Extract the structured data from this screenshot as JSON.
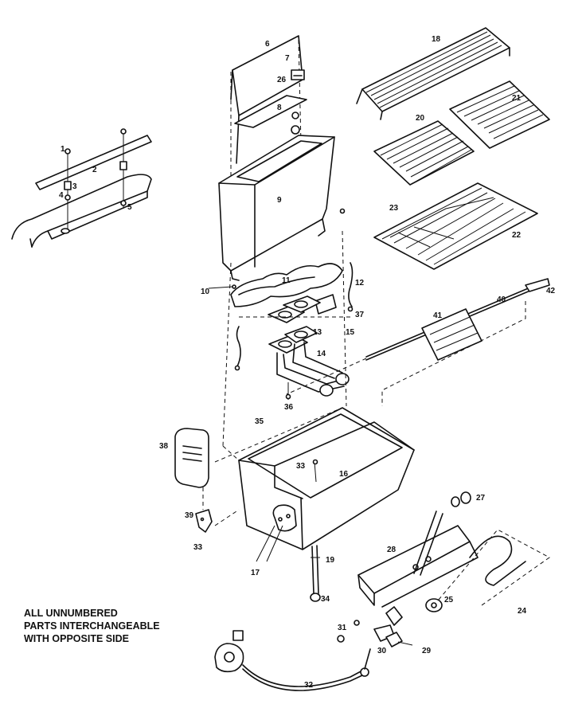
{
  "note_lines": [
    "ALL UNNUMBERED",
    "PARTS INTERCHANGEABLE",
    "WITH OPPOSITE SIDE"
  ],
  "callouts": [
    "1",
    "2",
    "3",
    "4",
    "5",
    "6",
    "7",
    "8",
    "9",
    "10",
    "11",
    "12",
    "13",
    "14",
    "15",
    "16",
    "17",
    "18",
    "19",
    "20",
    "21",
    "22",
    "23",
    "24",
    "25",
    "26",
    "27",
    "28",
    "29",
    "30",
    "31",
    "32",
    "33",
    "33",
    "34",
    "35",
    "36",
    "37",
    "38",
    "39",
    "40",
    "41",
    "42"
  ]
}
